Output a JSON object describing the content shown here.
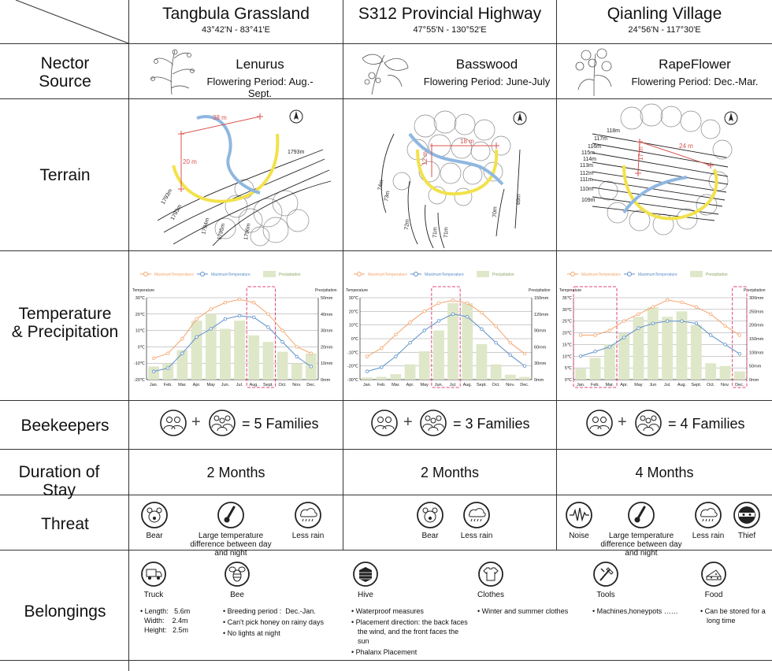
{
  "rows": {
    "nector_source": [
      "Nector",
      "Source"
    ],
    "terrain": "Terrain",
    "temp_precip": [
      "Temperature",
      "& Precipitation"
    ],
    "beekeepers": "Beekeepers",
    "duration": "Duration of Stay",
    "threat": "Threat",
    "belongings": "Belongings"
  },
  "columns": [
    {
      "location": "Tangbula Grassland",
      "coords": "43°42'N - 83°41'E",
      "plant": "Lenurus",
      "flowering": "Flowering Period: Aug.-Sept.",
      "terrain": {
        "distance_a": "38 m",
        "distance_b": "20 m",
        "contours": [
          "1793m",
          "1793m",
          "1793m",
          "1794m",
          "1795m",
          "1796m",
          "1793m"
        ]
      },
      "families": "= 5 Families",
      "duration": "2 Months",
      "threats": [
        {
          "icon": "bear-icon",
          "label": "Bear"
        },
        {
          "icon": "thermometer-icon",
          "label": "Large temperature difference between day and night"
        },
        {
          "icon": "rain-icon",
          "label": "Less rain"
        }
      ]
    },
    {
      "location": "S312 Provincial Highway",
      "coords": "47°55'N - 130°52'E",
      "plant": "Basswood",
      "flowering": "Flowering Period: June-July",
      "terrain": {
        "distance_a": "18 m",
        "distance_b": "12 m",
        "contours": [
          "74m",
          "73m",
          "72m",
          "71m",
          "71m",
          "70m",
          "69m"
        ]
      },
      "families": "= 3 Families",
      "duration": "2 Months",
      "threats": [
        {
          "icon": "bear-icon",
          "label": "Bear"
        },
        {
          "icon": "rain-icon",
          "label": "Less rain"
        }
      ]
    },
    {
      "location": "Qianling Village",
      "coords": "24°56'N - 117°30'E",
      "plant": "RapeFlower",
      "flowering": "Flowering Period: Dec.-Mar.",
      "terrain": {
        "distance_a": "24 m",
        "distance_b": "17 m",
        "contours": [
          "118m",
          "117m",
          "116m",
          "115m",
          "114m",
          "113m",
          "112m",
          "111m",
          "110m",
          "109m"
        ]
      },
      "families": "= 4 Families",
      "duration": "4 Months",
      "threats": [
        {
          "icon": "noise-icon",
          "label": "Noise"
        },
        {
          "icon": "thermometer-icon",
          "label": "Large temperature difference between day and night"
        },
        {
          "icon": "rain-icon",
          "label": "Less rain"
        },
        {
          "icon": "thief-icon",
          "label": "Thief"
        }
      ]
    }
  ],
  "chart_legend": {
    "max_a": "MaximumTemperature",
    "max_b": "MaximumTemperature",
    "precip": "Precipitation"
  },
  "chart_axis_titles": {
    "left": "Temperature",
    "right": "Precipitation"
  },
  "chart_data": [
    {
      "type": "bar+line",
      "categories": [
        "Jan.",
        "Feb.",
        "Mar.",
        "Apr.",
        "May",
        "Jun.",
        "Jul.",
        "Aug.",
        "Sept.",
        "Oct.",
        "Nov.",
        "Dec."
      ],
      "y_left_ticks": [
        "30℃",
        "20℃",
        "10℃",
        "0℃",
        "-10℃",
        "-20℃"
      ],
      "y_left_range": [
        -20,
        30
      ],
      "y_right_ticks": [
        "50mm",
        "40mm",
        "30mm",
        "20mm",
        "10mm",
        "0mm"
      ],
      "y_right_range": [
        0,
        50
      ],
      "highlight": [
        "Aug.",
        "Sept."
      ],
      "series": [
        {
          "name": "MaximumTemperature",
          "color": "#f4a46b",
          "kind": "line",
          "values": [
            -7,
            -4,
            5,
            17,
            23,
            27,
            29,
            27,
            20,
            10,
            0,
            -4
          ]
        },
        {
          "name": "MaximumTemperature",
          "color": "#5a8ec9",
          "kind": "line",
          "values": [
            -15,
            -13,
            -4,
            6,
            11,
            17,
            19,
            18,
            12,
            3,
            -6,
            -12
          ]
        },
        {
          "name": "Precipitation",
          "color": "#dfe7c9",
          "kind": "bar",
          "values": [
            8,
            10,
            18,
            36,
            40,
            31,
            36,
            27,
            23,
            17,
            10,
            16
          ]
        }
      ]
    },
    {
      "type": "bar+line",
      "categories": [
        "Jan.",
        "Feb.",
        "Mar.",
        "Apr.",
        "May",
        "Jun.",
        "Jul.",
        "Aug.",
        "Sept.",
        "Oct.",
        "Nov.",
        "Dec."
      ],
      "y_left_ticks": [
        "30℃",
        "20℃",
        "10℃",
        "0℃",
        "-10℃",
        "-20℃",
        "-30℃"
      ],
      "y_left_range": [
        -30,
        30
      ],
      "y_right_ticks": [
        "150mm",
        "120mm",
        "90mm",
        "60mm",
        "30mm",
        "0mm"
      ],
      "y_right_range": [
        0,
        150
      ],
      "highlight": [
        "Jun.",
        "Jul."
      ],
      "series": [
        {
          "name": "MaximumTemperature",
          "color": "#f4a46b",
          "kind": "line",
          "values": [
            -13,
            -7,
            3,
            12,
            20,
            26,
            28,
            26,
            19,
            9,
            -3,
            -11
          ]
        },
        {
          "name": "MaximumTemperature",
          "color": "#5a8ec9",
          "kind": "line",
          "values": [
            -24,
            -21,
            -13,
            -3,
            6,
            13,
            18,
            16,
            7,
            -3,
            -12,
            -20
          ]
        },
        {
          "name": "Precipitation",
          "color": "#dfe7c9",
          "kind": "bar",
          "values": [
            4,
            5,
            10,
            28,
            52,
            90,
            140,
            140,
            65,
            28,
            9,
            5
          ]
        }
      ]
    },
    {
      "type": "bar+line",
      "categories": [
        "Jan.",
        "Feb.",
        "Mar.",
        "Apr.",
        "May",
        "Jun",
        "Jul.",
        "Aug.",
        "Sept.",
        "Oct.",
        "Nov.",
        "Dec."
      ],
      "y_left_ticks": [
        "35℃",
        "30℃",
        "25℃",
        "20℃",
        "15℃",
        "10℃",
        "5℃",
        "0℃"
      ],
      "y_left_range": [
        0,
        35
      ],
      "y_right_ticks": [
        "300mm",
        "250mm",
        "200mm",
        "150mm",
        "100mm",
        "50mm",
        "0mm"
      ],
      "y_right_range": [
        0,
        300
      ],
      "highlight": [
        "Jan.",
        "Feb.",
        "Mar.",
        "Dec."
      ],
      "series": [
        {
          "name": "MaximumTemperature",
          "color": "#f4a46b",
          "kind": "line",
          "values": [
            19,
            19,
            21,
            25,
            28,
            31,
            34,
            33,
            31,
            28,
            23,
            19
          ]
        },
        {
          "name": "MaximumTemperature",
          "color": "#5a8ec9",
          "kind": "line",
          "values": [
            10,
            12,
            14,
            18,
            22,
            24,
            25,
            25,
            24,
            19,
            15,
            11
          ]
        },
        {
          "name": "Precipitation",
          "color": "#dfe7c9",
          "kind": "bar",
          "values": [
            40,
            80,
            130,
            170,
            230,
            265,
            230,
            250,
            200,
            60,
            50,
            30
          ]
        }
      ]
    }
  ],
  "belongings": [
    {
      "icon": "truck-icon",
      "label": "Truck",
      "items": [
        "Length:   5.6m",
        "Width:    2.4m",
        "Height:   2.5m"
      ]
    },
    {
      "icon": "bee-icon",
      "label": "Bee",
      "items": [
        "Breeding period :  Dec.-Jan.",
        "Can't pick honey on rainy days",
        "No lights at night"
      ]
    },
    {
      "icon": "hive-icon",
      "label": "Hive",
      "items": [
        "Waterproof measures",
        "Placement direction: the back faces the wind, and the front faces the sun",
        "Phalanx Placement"
      ]
    },
    {
      "icon": "clothes-icon",
      "label": "Clothes",
      "items": [
        "Winter and summer clothes"
      ]
    },
    {
      "icon": "tools-icon",
      "label": "Tools",
      "items": [
        "Machines,honeypots ……"
      ]
    },
    {
      "icon": "food-icon",
      "label": "Food",
      "items": [
        "Can be stored for a long time"
      ]
    }
  ]
}
